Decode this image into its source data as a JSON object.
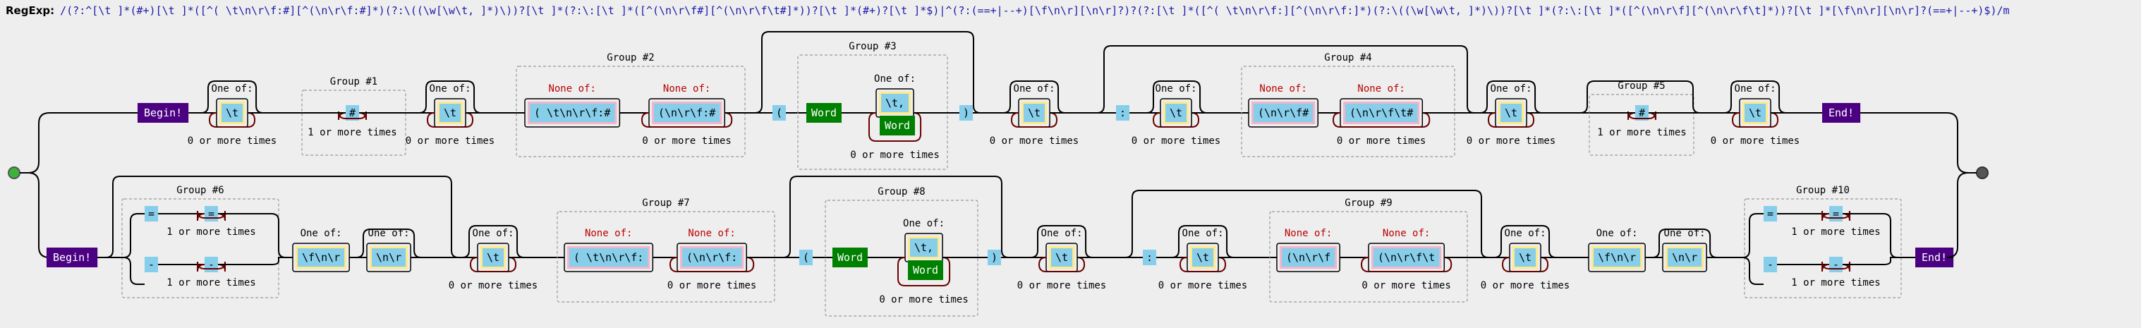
{
  "regexp_label": "RegExp:",
  "regexp_source": "/(?:^[\\t ]*(#+)[\\t ]*([^( \\t\\n\\r\\f:#][^(\\n\\r\\f:#]*)(?:\\((\\w[\\w\\t, ]*)\\))?[\\t ]*(?:\\:[\\t ]*([^(\\n\\r\\f#][^(\\n\\r\\f\\t#]*))?[\\t ]*(#+)?[\\t ]*$)|^(?:(==+|--+)[\\f\\n\\r][\\n\\r]?)?(?:[\\t ]*([^( \\t\\n\\r\\f:][^(\\n\\r\\f:]*)(?:\\((\\w[\\w\\t, ]*)\\))?[\\t ]*(?:\\:[\\t ]*([^(\\n\\r\\f][^(\\n\\r\\f\\t]*))?[\\t ]*[\\f\\n\\r][\\n\\r]?(==+|--+)$)/m",
  "labels": {
    "begin": "Begin!",
    "end": "End!",
    "one_of": "One of:",
    "none_of": "None of:",
    "zero_or_more": "0 or more times",
    "one_or_more": "1 or more times",
    "word": "Word",
    "open_paren": "(",
    "close_paren": ")",
    "colon": ":",
    "hash": "#",
    "equals": "=",
    "dash": "-"
  },
  "tokens": {
    "tab_space": "\\t",
    "f_n_r": "\\f\\n\\r",
    "n_r": "\\n\\r",
    "word_chars": "\\t,",
    "none_1a": "( \\t\\n\\r\\f:#",
    "none_1b": "(\\n\\r\\f:#",
    "none_2a": "(\\n\\r\\f#",
    "none_2b": "(\\n\\r\\f\\t#",
    "none_3a": "( \\t\\n\\r\\f:",
    "none_3b": "(\\n\\r\\f:",
    "none_4a": "(\\n\\r\\f",
    "none_4b": "(\\n\\r\\f\\t"
  },
  "groups": [
    "Group #1",
    "Group #2",
    "Group #3",
    "Group #4",
    "Group #5",
    "Group #6",
    "Group #7",
    "Group #8",
    "Group #9",
    "Group #10"
  ],
  "colors": {
    "background": "#eeeeee",
    "begin_end": "#4b0082",
    "literal": "#87ceeb",
    "one_of_box": "#ffe98a",
    "none_of_box": "#f3b5c9",
    "word": "#008000",
    "loop_line": "#6b0000",
    "start_node": "#3bb33b"
  }
}
